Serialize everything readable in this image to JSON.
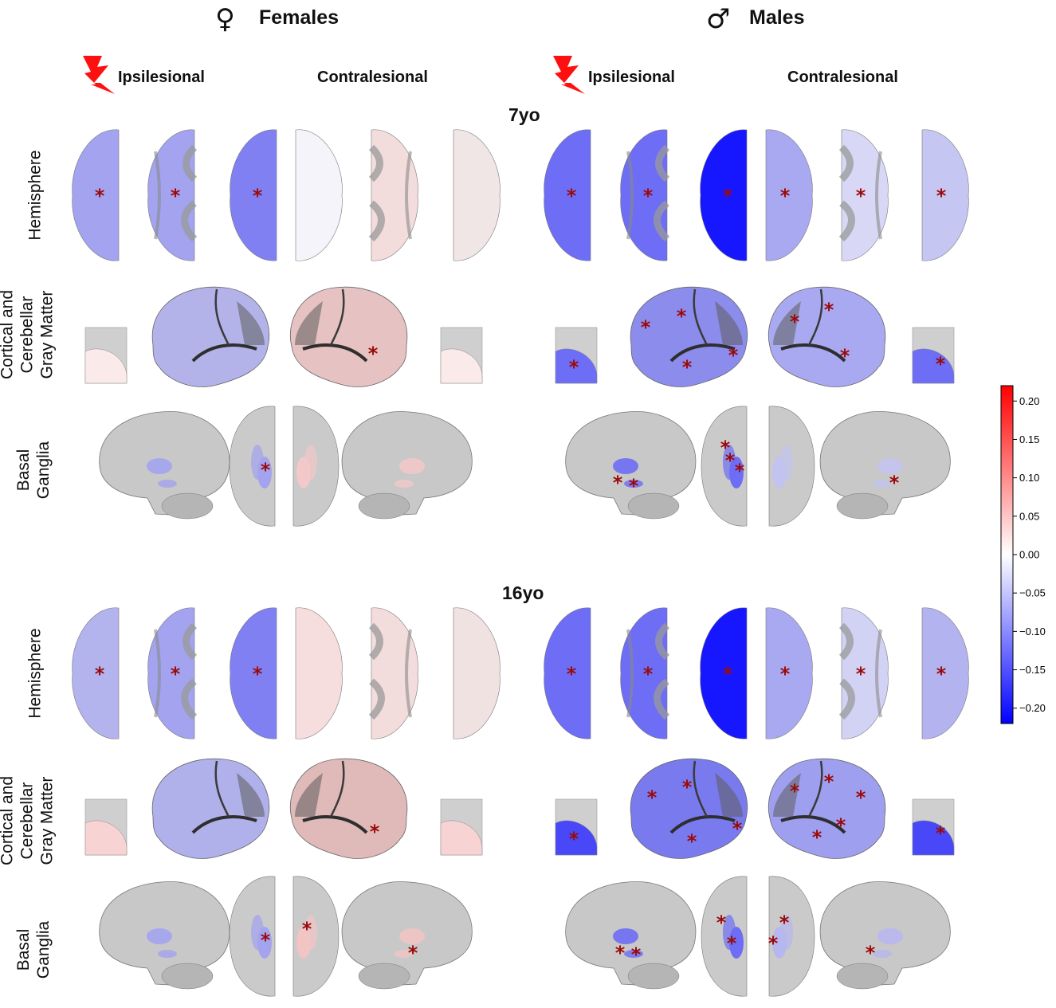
{
  "header": {
    "female_symbol": "♀",
    "female_label": "Females",
    "male_symbol": "♂",
    "male_label": "Males",
    "lesion_icon": "lightning-bolt-icon",
    "ipsilesional": "Ipsilesional",
    "contralesional": "Contralesional"
  },
  "ages": [
    "7yo",
    "16yo"
  ],
  "row_labels": {
    "hemisphere": "Hemisphere",
    "gray_matter": [
      "Cortical and",
      "Cerebellar",
      "Gray Matter"
    ],
    "basal_ganglia": [
      "Basal",
      "Ganglia"
    ]
  },
  "colorbar": {
    "ticks": [
      "0.20",
      "0.15",
      "0.10",
      "0.05",
      "0.00",
      "−0.05",
      "−0.10",
      "−0.15",
      "−0.20"
    ],
    "range": [
      -0.22,
      0.22
    ],
    "colors": {
      "negative": "#0000ff",
      "zero": "#ffffff",
      "positive": "#ff0000"
    }
  },
  "significance_marker": "*",
  "colors": {
    "marker": "#9b0a0a",
    "female_ipsi": "#a3a3ef",
    "female_ipsi_strong": "#8080f2",
    "female_contra": "#f3dcdc",
    "male_ipsi": "#6d6df5",
    "male_ipsi_strong": "#1717ff",
    "male_contra": "#a9a9f1"
  }
}
